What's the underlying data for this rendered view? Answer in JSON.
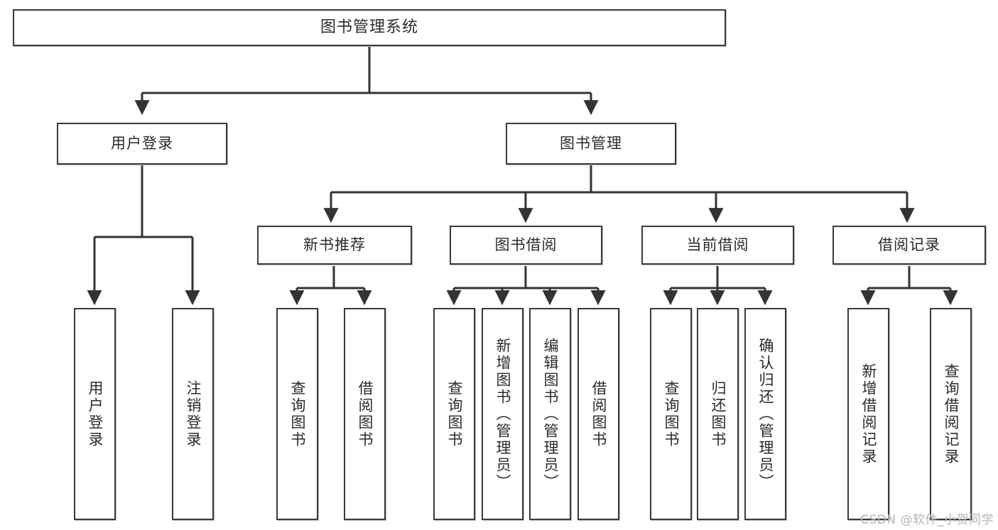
{
  "diagram": {
    "type": "tree",
    "title_node": "图书管理系统",
    "orientation": "top-down",
    "colors": {
      "background": "#ffffff",
      "box_border": "#3b3b3b",
      "box_fill": "#ffffff",
      "text": "#2b2b2b",
      "connector": "#333333",
      "watermark": "#b4b4b4"
    },
    "nodes": {
      "root": "图书管理系统",
      "level1": [
        {
          "label": "用户登录"
        },
        {
          "label": "图书管理"
        }
      ],
      "level2": [
        {
          "label": "新书推荐"
        },
        {
          "label": "图书借阅"
        },
        {
          "label": "当前借阅"
        },
        {
          "label": "借阅记录"
        }
      ],
      "leaves": {
        "user_login": [
          {
            "label": "用户登录"
          },
          {
            "label": "注销登录"
          }
        ],
        "new_book_recommend": [
          {
            "label": "查询图书"
          },
          {
            "label": "借阅图书"
          }
        ],
        "book_borrow": [
          {
            "label": "查询图书"
          },
          {
            "label": "新增图书（管理员）"
          },
          {
            "label": "编辑图书（管理员）"
          },
          {
            "label": "借阅图书"
          }
        ],
        "current_borrow": [
          {
            "label": "查询图书"
          },
          {
            "label": "归还图书"
          },
          {
            "label": "确认归还（管理员）"
          }
        ],
        "borrow_record": [
          {
            "label": "新增借阅记录"
          },
          {
            "label": "查询借阅记录"
          }
        ]
      }
    },
    "watermark": "CSDN @软件_小贺同学"
  }
}
